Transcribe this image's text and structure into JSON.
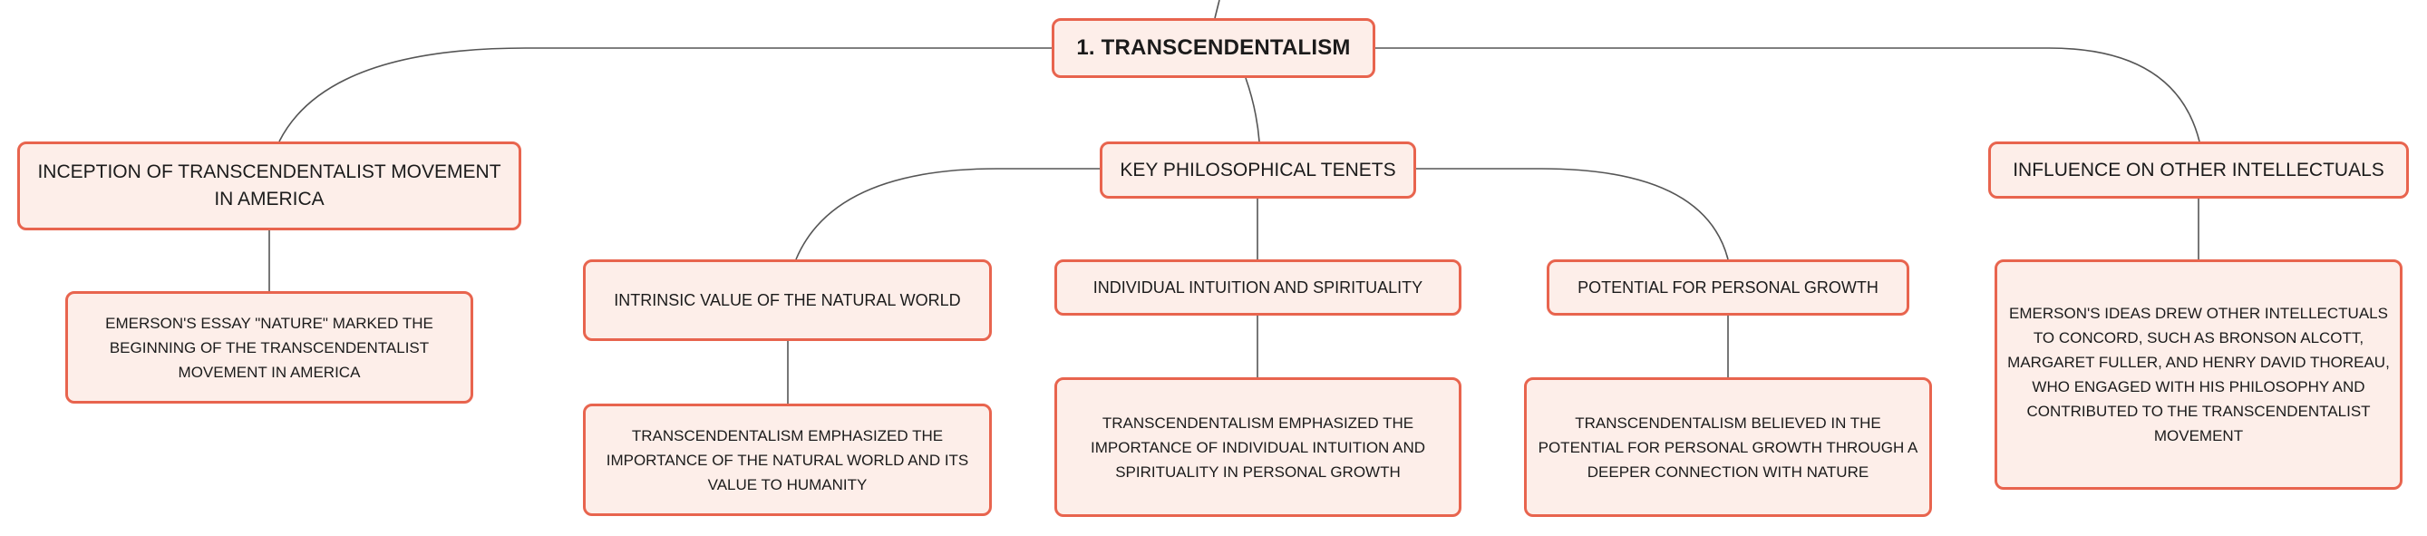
{
  "root": {
    "label": "1. TRANSCENDENTALISM"
  },
  "branches": [
    {
      "label": "INCEPTION OF TRANSCENDENTALIST MOVEMENT IN AMERICA",
      "detail": "EMERSON'S ESSAY \"NATURE\" MARKED THE BEGINNING OF THE TRANSCENDENTALIST MOVEMENT IN AMERICA"
    },
    {
      "label": "KEY PHILOSOPHICAL TENETS",
      "children": [
        {
          "label": "INTRINSIC VALUE OF THE NATURAL WORLD",
          "detail": "TRANSCENDENTALISM EMPHASIZED THE IMPORTANCE OF THE NATURAL WORLD AND ITS VALUE TO HUMANITY"
        },
        {
          "label": "INDIVIDUAL INTUITION AND SPIRITUALITY",
          "detail": "TRANSCENDENTALISM EMPHASIZED THE IMPORTANCE OF INDIVIDUAL INTUITION AND SPIRITUALITY IN PERSONAL GROWTH"
        },
        {
          "label": "POTENTIAL FOR PERSONAL GROWTH",
          "detail": "TRANSCENDENTALISM BELIEVED IN THE POTENTIAL FOR PERSONAL GROWTH THROUGH A DEEPER CONNECTION WITH NATURE"
        }
      ]
    },
    {
      "label": "INFLUENCE ON OTHER INTELLECTUALS",
      "detail": "EMERSON'S IDEAS DREW OTHER INTELLECTUALS TO CONCORD, SUCH AS BRONSON ALCOTT, MARGARET FULLER, AND HENRY DAVID THOREAU, WHO ENGAGED WITH HIS PHILOSOPHY AND CONTRIBUTED TO THE TRANSCENDENTALIST MOVEMENT"
    }
  ],
  "colors": {
    "node_border": "#e8644e",
    "node_fill": "#fdeee9",
    "connector": "#555555",
    "text": "#1b1b1b"
  }
}
